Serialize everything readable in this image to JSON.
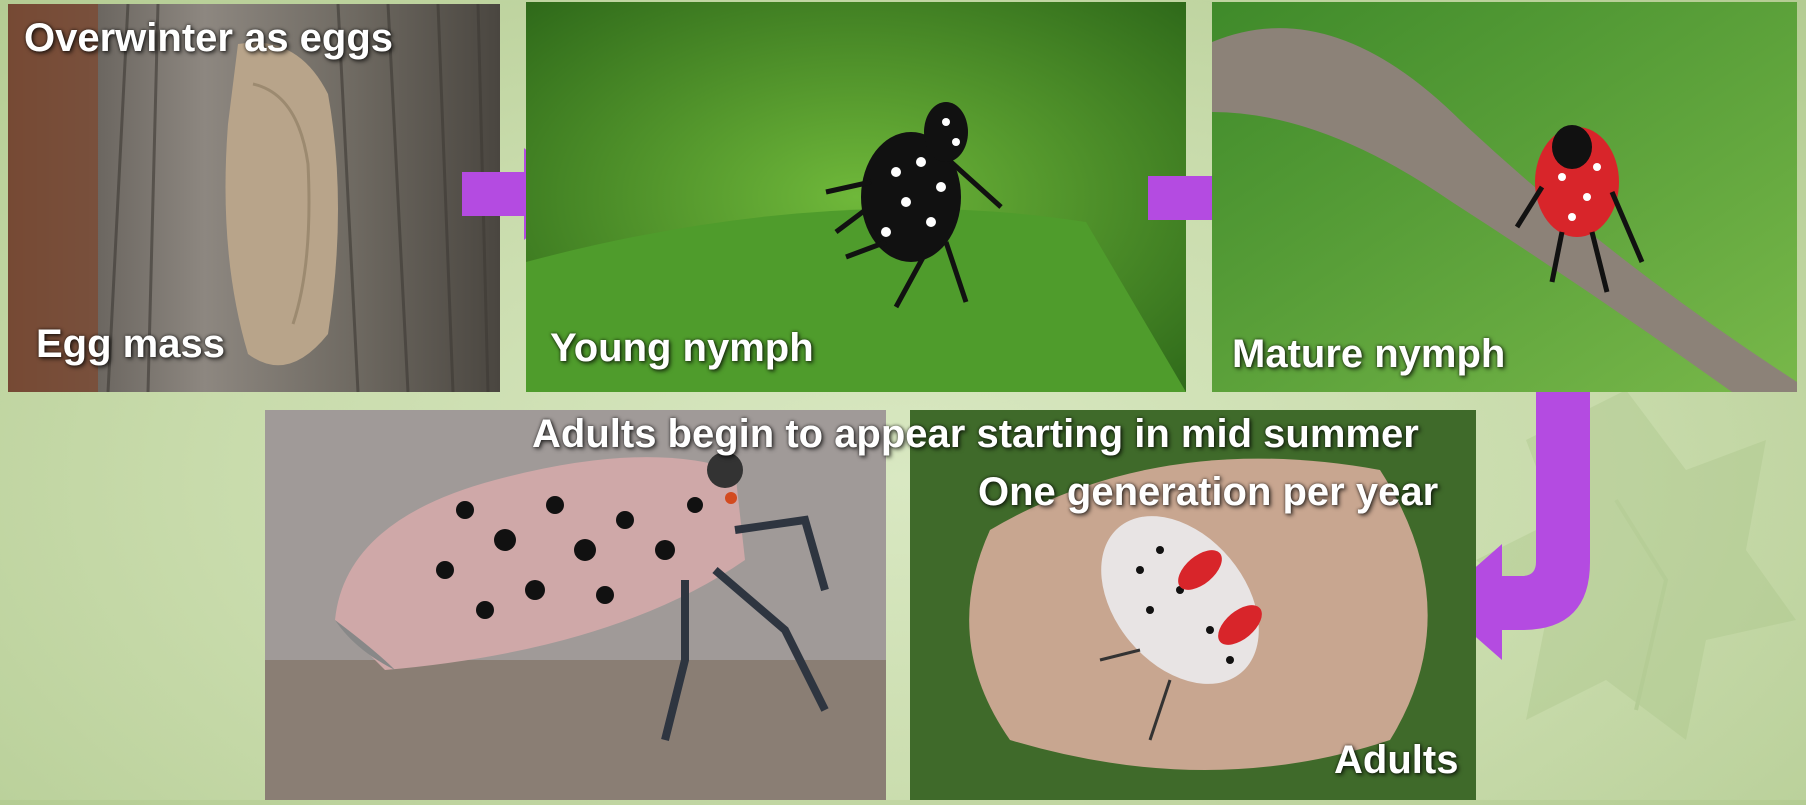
{
  "labels": {
    "overwinter": "Overwinter as eggs",
    "egg_mass": "Egg mass",
    "young_nymph": "Young nymph",
    "mature_nymph": "Mature nymph",
    "adults_appear": "Adults begin to appear starting in mid summer",
    "one_generation": "One generation per year",
    "adults": "Adults"
  },
  "colors": {
    "arrow": "#b44be1",
    "background": "#c8dbab",
    "label_text": "#ffffff"
  }
}
